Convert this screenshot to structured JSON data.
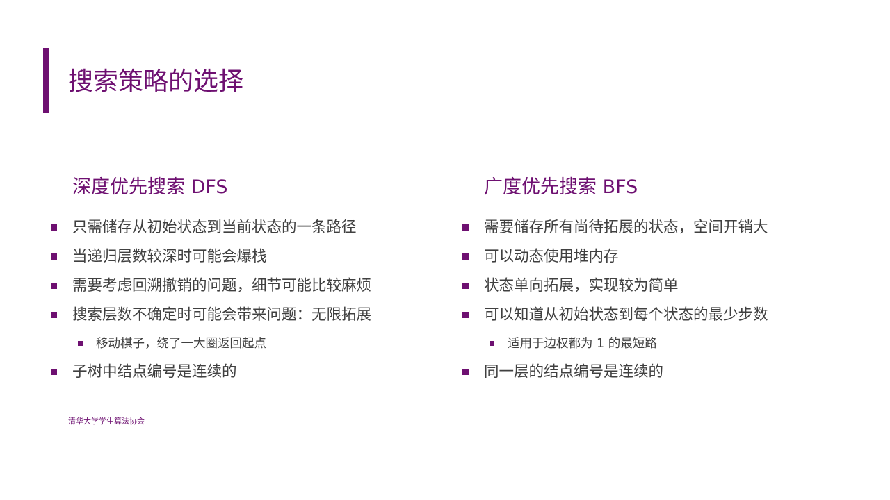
{
  "slide": {
    "title": "搜索策略的选择",
    "footer": "清华大学学生算法协会",
    "accent_color": "#6e1071"
  },
  "left": {
    "heading": "深度优先搜索 DFS",
    "items": [
      {
        "level": 1,
        "text": "只需储存从初始状态到当前状态的一条路径"
      },
      {
        "level": 1,
        "text": "当递归层数较深时可能会爆栈"
      },
      {
        "level": 1,
        "text": "需要考虑回溯撤销的问题，细节可能比较麻烦"
      },
      {
        "level": 1,
        "text": "搜索层数不确定时可能会带来问题：无限拓展"
      },
      {
        "level": 2,
        "text": "移动棋子，绕了一大圈返回起点"
      },
      {
        "level": 1,
        "text": "子树中结点编号是连续的"
      }
    ]
  },
  "right": {
    "heading": "广度优先搜索 BFS",
    "items": [
      {
        "level": 1,
        "text": "需要储存所有尚待拓展的状态，空间开销大"
      },
      {
        "level": 1,
        "text": "可以动态使用堆内存"
      },
      {
        "level": 1,
        "text": "状态单向拓展，实现较为简单"
      },
      {
        "level": 1,
        "text": "可以知道从初始状态到每个状态的最少步数"
      },
      {
        "level": 2,
        "text": "适用于边权都为 1 的最短路"
      },
      {
        "level": 1,
        "text": "同一层的结点编号是连续的"
      }
    ]
  }
}
